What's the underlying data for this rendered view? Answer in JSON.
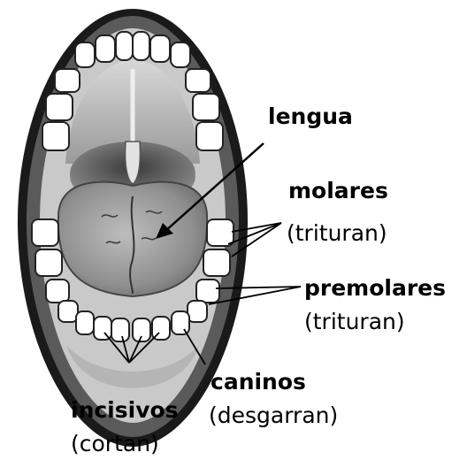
{
  "labels": {
    "tongue": "lengua",
    "molars": "molares",
    "molars_function": "(trituran)",
    "premolars": "premolares",
    "premolars_function": "(trituran)",
    "canines": "caninos",
    "canines_function": "(desgarran)",
    "incisors": "incisivos",
    "incisors_function": "(cortan)"
  }
}
